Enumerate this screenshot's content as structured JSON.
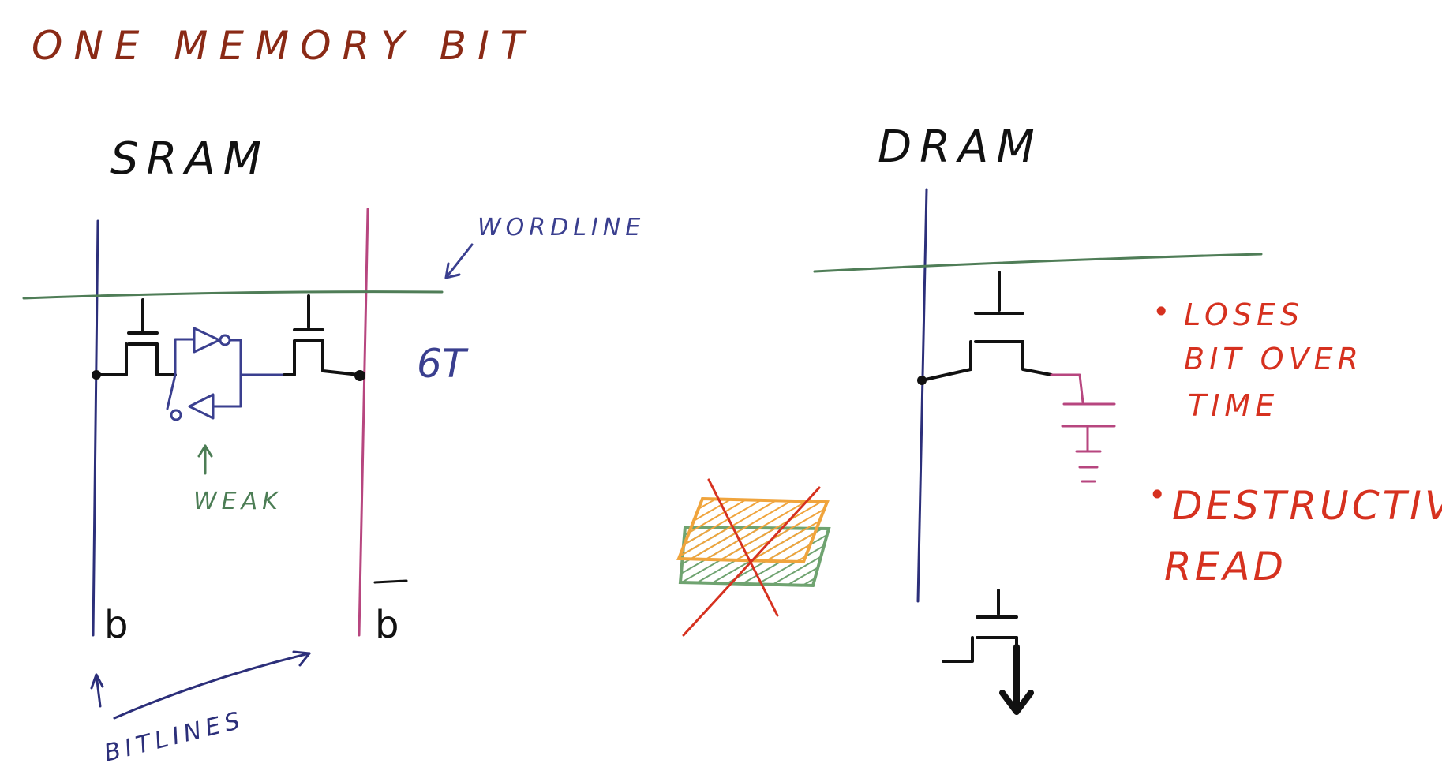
{
  "title": "ONE MEMORY BIT",
  "sram": {
    "heading": "SRAM",
    "wordline_label": "WORDLINE",
    "weak_label": "WEAK",
    "transistor_count": "6T",
    "bitline_left_label": "b",
    "bitline_right_label": "b",
    "bitlines_label": "BITLINES"
  },
  "dram": {
    "heading": "DRAM",
    "notes": [
      [
        "LOSES",
        "BIT OVER",
        "TIME"
      ],
      [
        "DESTRUCTIVE",
        "READ"
      ]
    ],
    "bullet": "•"
  },
  "colors": {
    "title": "#8a2a16",
    "ink": "#111111",
    "bitline_left": "#2c2f7a",
    "bitline_right": "#b7467f",
    "wordline": "#4f7d57",
    "sram_blue": "#3a3f8f",
    "weak_green": "#4c7d55",
    "dram_red": "#d6311f",
    "capacitor": "#b7467f",
    "chip_orange": "#f0a43c",
    "chip_green": "#6fa370",
    "cross_red": "#d6311f"
  }
}
